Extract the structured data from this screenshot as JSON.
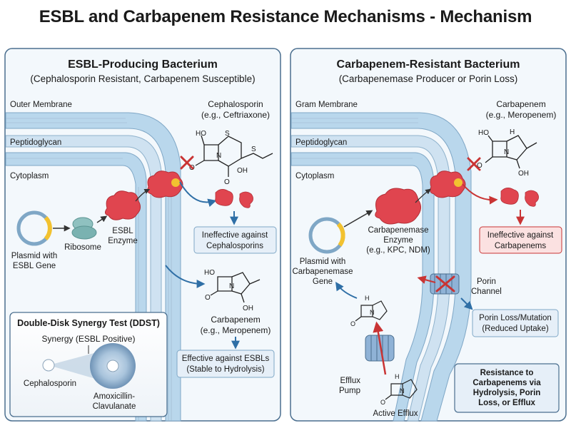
{
  "page_title": "ESBL and Carbapenem Resistance Mechanisms - Mechanism",
  "left": {
    "heading": "ESBL-Producing Bacterium",
    "subheading": "(Cephalosporin Resistant, Carbapenem Susceptible)",
    "layers": {
      "outer": "Outer Membrane",
      "peptido": "Peptidoglycan",
      "cyto": "Cytoplasm"
    },
    "cephalosporin": {
      "name": "Cephalosporin",
      "example": "(e.g., Ceftriaxone)"
    },
    "plasmid": {
      "line1": "Plasmid with",
      "line2": "ESBL Gene"
    },
    "ribosome": "Ribosome",
    "enzyme": {
      "line1": "ESBL",
      "line2": "Enzyme"
    },
    "ineffective": {
      "line1": "Ineffective against",
      "line2": "Cephalosporins"
    },
    "carbapenem": {
      "name": "Carbapenem",
      "example": "(e.g., Meropenem)"
    },
    "effective": {
      "line1": "Effective against ESBLs",
      "line2": "(Stable to Hydrolysis)"
    },
    "ddst": {
      "title": "Double-Disk Synergy Test (DDST)",
      "synergy": "Synergy (ESBL Positive)",
      "disk1": "Cephalosporin",
      "disk2_line1": "Amoxicillin-",
      "disk2_line2": "Clavulanate"
    }
  },
  "right": {
    "heading": "Carbapenem-Resistant Bacterium",
    "subheading": "(Carbapenemase Producer or Porin Loss)",
    "layers": {
      "outer": "Gram Membrane",
      "peptido": "Peptidoglycan",
      "cyto": "Cytoplasm"
    },
    "carbapenem": {
      "name": "Carbapenem",
      "example": "(e.g., Meropenem)"
    },
    "enzyme": {
      "line1": "Carbapenemase",
      "line2": "Enzyme",
      "line3": "(e.g., KPC, NDM)"
    },
    "plasmid": {
      "line1": "Plasmid with",
      "line2": "Carbapenemase",
      "line3": "Gene"
    },
    "ineffective": {
      "line1": "Ineffective against",
      "line2": "Carbapenems"
    },
    "porin": {
      "line1": "Porin",
      "line2": "Channel"
    },
    "porin_loss": {
      "line1": "Porin Loss/Mutation",
      "line2": "(Reduced Uptake)"
    },
    "efflux": {
      "line1": "Efflux",
      "line2": "Pump"
    },
    "active_efflux": "Active Efflux",
    "summary": {
      "line1": "Resistance to",
      "line2": "Carbapenems via",
      "line3": "Hydrolysis, Porin",
      "line4": "Loss, or Efflux"
    }
  },
  "chem": {
    "ho": "HO",
    "oh": "OH",
    "o": "O",
    "n": "N",
    "s": "S",
    "h": "H"
  },
  "colors": {
    "panel_bg": "#f3f8fc",
    "panel_border": "#4b6f8f",
    "membrane_blue": "#b9d7ec",
    "enzyme_red": "#e0454f",
    "active_site_yellow": "#f2c230",
    "ineffective_red": "#fbe1e1",
    "box_blue": "#e6eff8",
    "arrow_blue": "#2f6fa6",
    "arrow_red": "#c93434"
  }
}
